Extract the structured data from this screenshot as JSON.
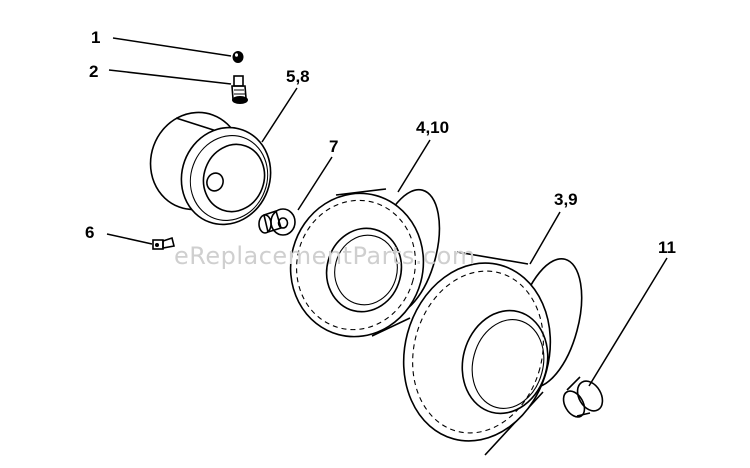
{
  "watermark": "eReplacementParts.com",
  "callouts": [
    {
      "id": "1",
      "label": "1"
    },
    {
      "id": "2",
      "label": "2"
    },
    {
      "id": "5-8",
      "label": "5,8"
    },
    {
      "id": "7",
      "label": "7"
    },
    {
      "id": "4-10",
      "label": "4,10"
    },
    {
      "id": "3-9",
      "label": "3,9"
    },
    {
      "id": "6",
      "label": "6"
    },
    {
      "id": "11",
      "label": "11"
    }
  ],
  "colors": {
    "line": "#000000",
    "watermark": "#cfcfcf",
    "background": "#ffffff"
  }
}
